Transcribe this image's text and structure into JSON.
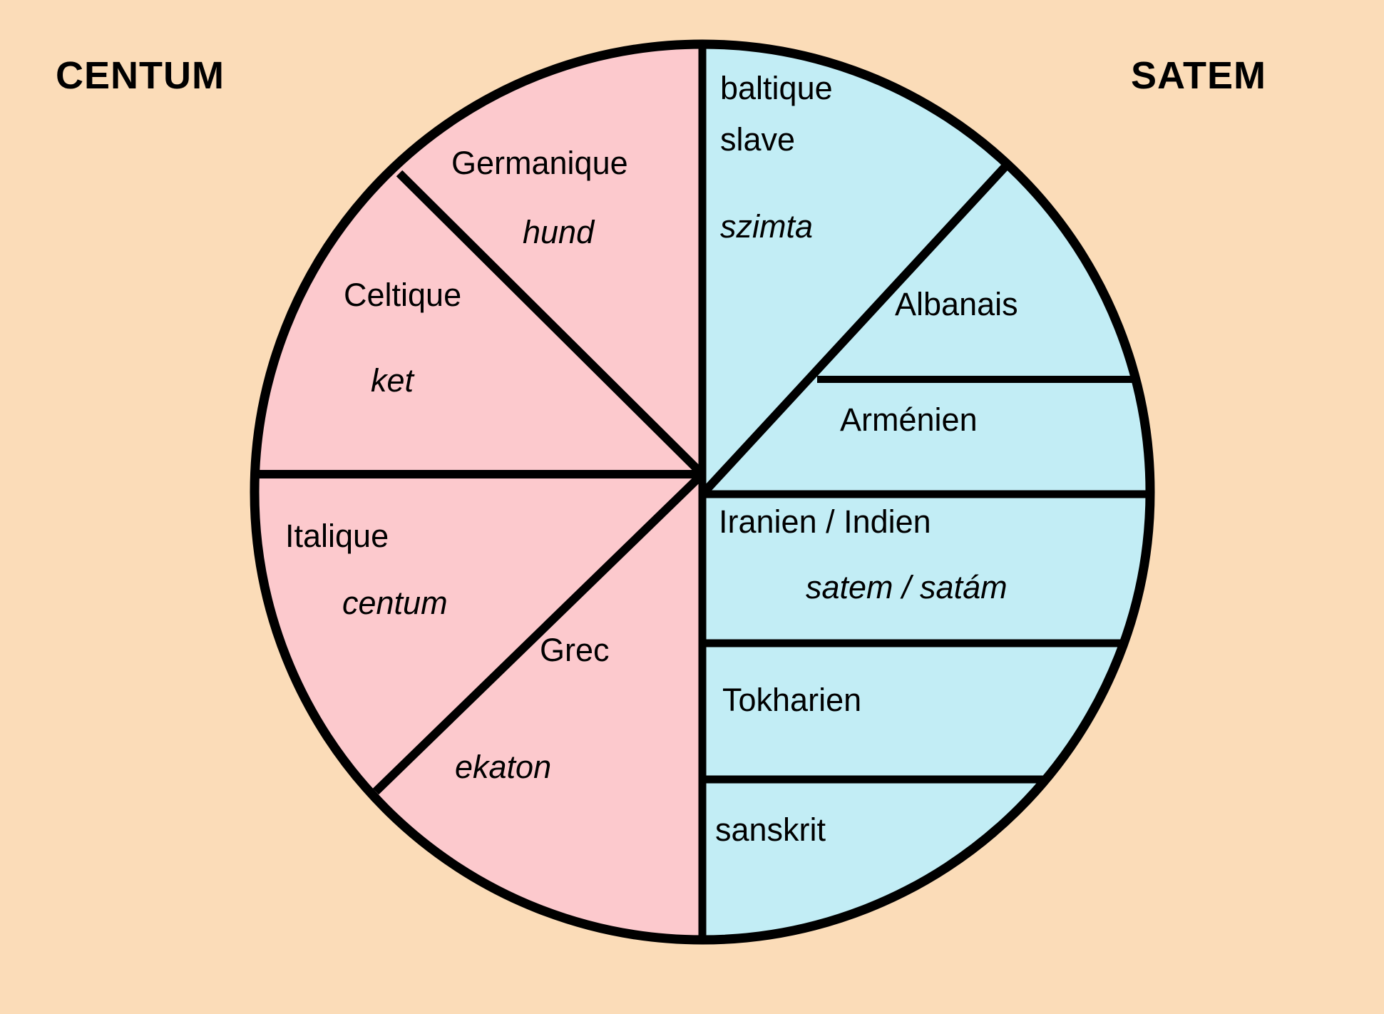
{
  "diagram": {
    "title_left": "CENTUM",
    "title_right": "SATEM",
    "colors": {
      "background": "#FBDCB8",
      "centum_fill": "#FCC9CD",
      "satem_fill": "#C2EDF5",
      "stroke": "#000000"
    }
  },
  "centum": {
    "branches": [
      {
        "name": "Germanique",
        "word": "hund"
      },
      {
        "name": "Celtique",
        "word": "ket"
      },
      {
        "name": "Italique",
        "word": "centum"
      },
      {
        "name": "Grec",
        "word": "ekaton"
      }
    ]
  },
  "satem": {
    "branches": [
      {
        "name_line1": "baltique",
        "name_line2": "slave",
        "word": "szimta"
      },
      {
        "name": "Albanais",
        "word": ""
      },
      {
        "name": "Arménien",
        "word": ""
      },
      {
        "name": "Iranien / Indien",
        "word": "satem  / satám"
      },
      {
        "name": "Tokharien",
        "word": ""
      },
      {
        "name": "sanskrit",
        "word": ""
      }
    ]
  }
}
